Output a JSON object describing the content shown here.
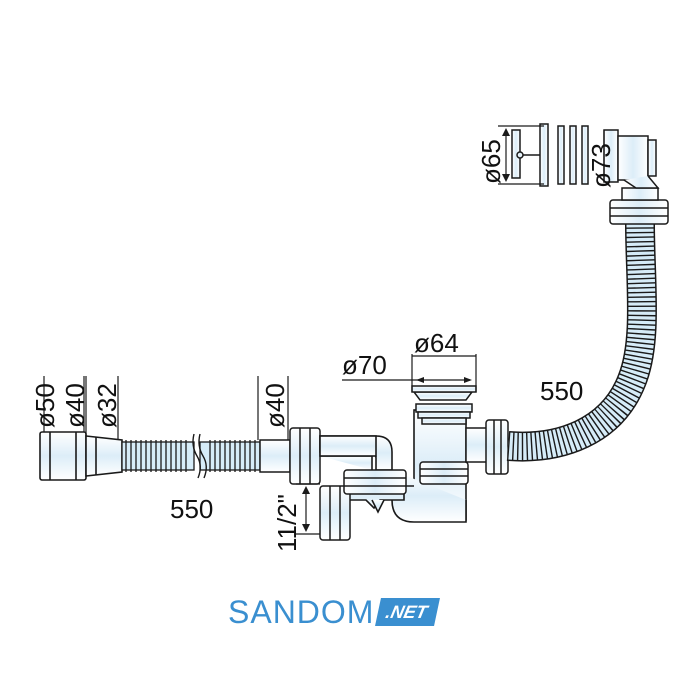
{
  "dimensions": {
    "left_d50": "ø50",
    "left_d40": "ø40",
    "left_d32": "ø32",
    "left_hose_length": "550",
    "mid_d40": "ø40",
    "thread": "11/2\"",
    "overflow_d70": "ø70",
    "overflow_d64": "ø64",
    "right_hose_length": "550",
    "top_d65": "ø65",
    "top_d73": "ø73"
  },
  "brand": {
    "name": "SANDOM",
    "tld": ".NET",
    "color": "#3a8fd0"
  },
  "colors": {
    "fitting_fill": "#e8f4fb",
    "line": "#1a1a1a",
    "hose_fill": "#d6ecf8"
  }
}
